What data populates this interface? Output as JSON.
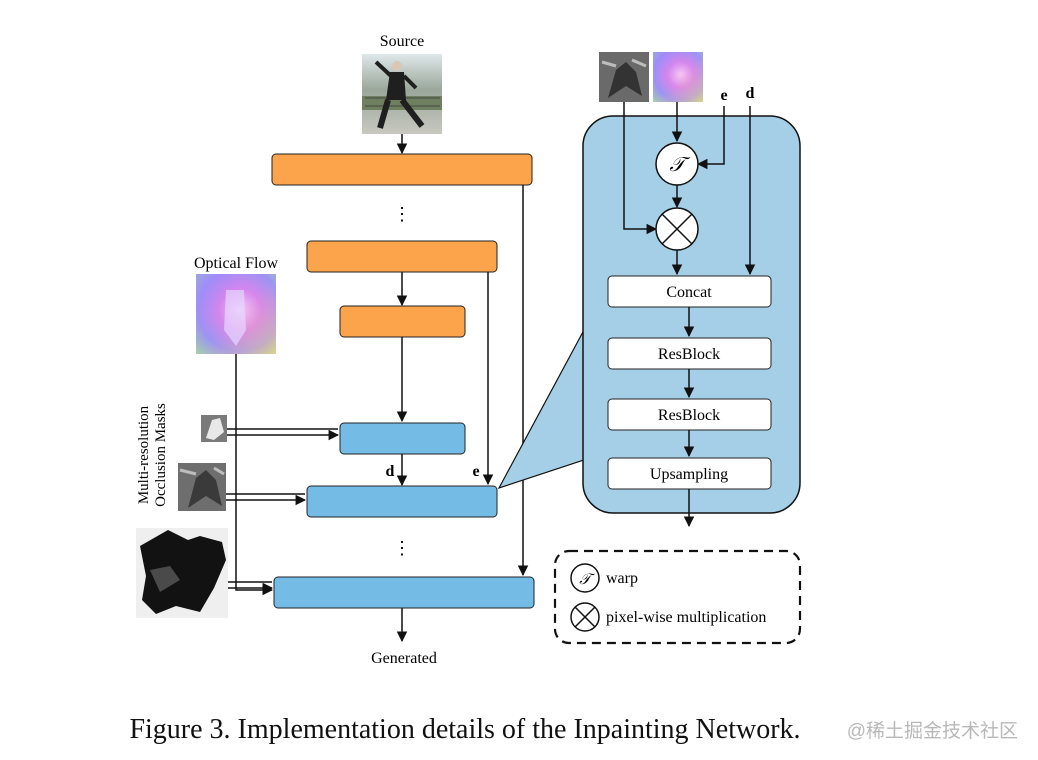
{
  "labels": {
    "source": "Source",
    "optical_flow": "Optical Flow",
    "masks_line1": "Multi-resolution",
    "masks_line2": "Occlusion Masks",
    "generated": "Generated",
    "d": "d",
    "e": "e",
    "ellipsis": "⋮",
    "warp_symbol": "𝒯"
  },
  "detail": {
    "blocks": [
      "Concat",
      "ResBlock",
      "ResBlock",
      "Upsampling"
    ],
    "d": "d",
    "e": "e"
  },
  "legend": {
    "warp": "warp",
    "multiply": "pixel-wise multiplication"
  },
  "caption": "Figure 3. Implementation details of the Inpainting Network.",
  "watermark": "@稀土掘金技术社区",
  "colors": {
    "orange_block": "#fca44b",
    "blue_block": "#74bce6",
    "detail_panel": "#a4cfe6",
    "white_block": "#ffffff",
    "line": "#111111"
  }
}
